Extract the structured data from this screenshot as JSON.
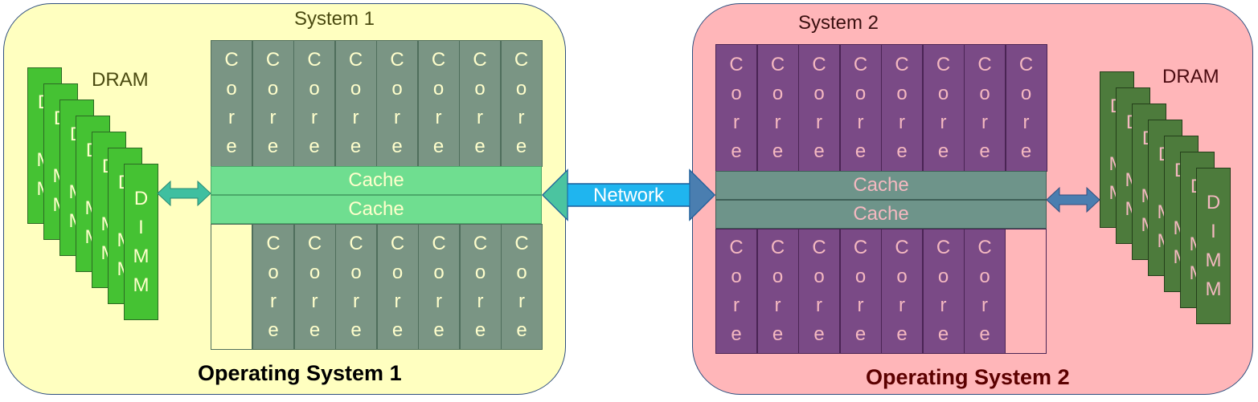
{
  "system1": {
    "title": "System 1",
    "os_label": "Operating System 1",
    "dram_label": "DRAM",
    "cache_labels": [
      "Cache",
      "Cache"
    ],
    "core_label": "Core",
    "dimm_label": "DIMM",
    "top_core_count": 8,
    "bottom_core_count": 7,
    "dimm_count": 7
  },
  "system2": {
    "title": "System 2",
    "os_label": "Operating System 2",
    "dram_label": "DRAM",
    "cache_labels": [
      "Cache",
      "Cache"
    ],
    "core_label": "Core",
    "dimm_label": "DIMM",
    "top_core_count": 8,
    "bottom_core_count": 7,
    "dimm_count": 7
  },
  "network": {
    "label": "Network"
  },
  "colors": {
    "system1_bg": "#ffffc0",
    "system2_bg": "#ffb6b9",
    "core1": "#7a9584",
    "core2": "#7a4a86",
    "cache1": "#6fde90",
    "cache2": "#6e948a",
    "dimm1": "#45c233",
    "dimm2": "#4d7b3c",
    "network": "#1fb5ef",
    "os1_text": "#000000",
    "os2_text": "#5c0000"
  }
}
